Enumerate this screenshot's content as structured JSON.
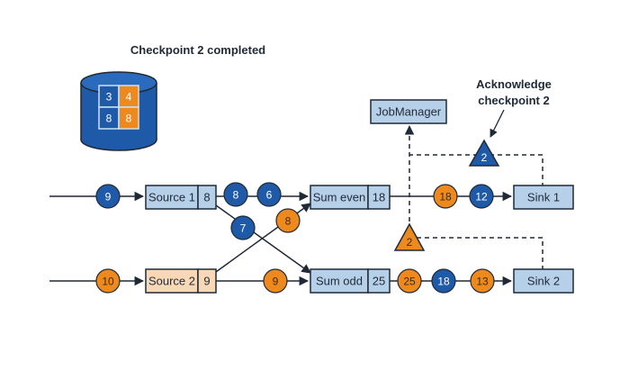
{
  "colors": {
    "blue_record": "#1e5aa8",
    "orange_record": "#ee8a1d",
    "operator_fill": "#b7d0ea",
    "source2_fill": "#f8d8b6",
    "stroke": "#1f2a36"
  },
  "storage": {
    "caption": "Checkpoint 2 completed",
    "cells": [
      "3",
      "4",
      "8",
      "8"
    ]
  },
  "job_manager": {
    "label": "JobManager"
  },
  "ack": {
    "line1": "Acknowledge",
    "line2": "checkpoint 2"
  },
  "operators": {
    "source1": {
      "name": "Source 1",
      "state": "8"
    },
    "source2": {
      "name": "Source 2",
      "state": "9"
    },
    "sum_even": {
      "name": "Sum even",
      "state": "18"
    },
    "sum_odd": {
      "name": "Sum odd",
      "state": "25"
    },
    "sink1": {
      "name": "Sink 1"
    },
    "sink2": {
      "name": "Sink 2"
    }
  },
  "records": {
    "in_source1": "9",
    "in_source2": "10",
    "s1_a": "8",
    "s1_b": "6",
    "cross_7": "7",
    "cross_8": "8",
    "s2_to_odd": "9",
    "even_out_1": "18",
    "even_out_2": "12",
    "odd_out_1": "25",
    "odd_out_2": "18",
    "odd_out_3": "13"
  },
  "barriers": {
    "upper": "2",
    "lower": "2"
  }
}
